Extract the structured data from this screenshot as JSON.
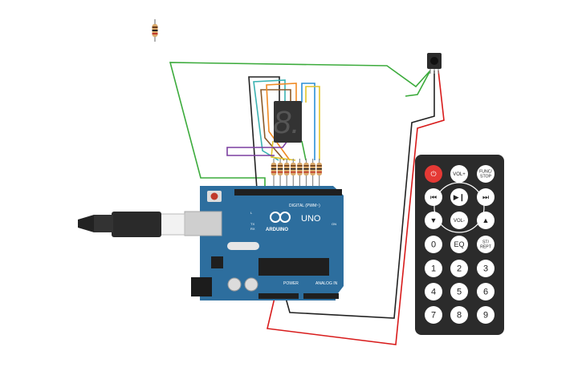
{
  "circuit": {
    "arduino": {
      "brand_label": "ARDUINO",
      "model_label": "UNO",
      "digital_header_label": "DIGITAL (PWM~)",
      "power_label": "POWER",
      "analog_label": "ANALOG IN",
      "on_label": "ON",
      "tx_label": "TX",
      "rx_label": "RX",
      "l_label": "L",
      "board_color": "#2d6e9e"
    },
    "seven_segment": {
      "digit": "8."
    },
    "remote": {
      "buttons": [
        {
          "label": "⏻",
          "name": "power-button"
        },
        {
          "label": "VOL+",
          "name": "vol-up-button"
        },
        {
          "label": "FUNC/\nSTOP",
          "name": "func-stop-button"
        },
        {
          "label": "⏮",
          "name": "prev-button"
        },
        {
          "label": "▶❙",
          "name": "play-pause-button"
        },
        {
          "label": "⏭",
          "name": "next-button"
        },
        {
          "label": "▼",
          "name": "down-button"
        },
        {
          "label": "VOL-",
          "name": "vol-down-button"
        },
        {
          "label": "▲",
          "name": "up-button"
        },
        {
          "label": "0",
          "name": "digit-0-button"
        },
        {
          "label": "EQ",
          "name": "eq-button"
        },
        {
          "label": "ST/\nREPT",
          "name": "st-rept-button"
        },
        {
          "label": "1",
          "name": "digit-1-button"
        },
        {
          "label": "2",
          "name": "digit-2-button"
        },
        {
          "label": "3",
          "name": "digit-3-button"
        },
        {
          "label": "4",
          "name": "digit-4-button"
        },
        {
          "label": "5",
          "name": "digit-5-button"
        },
        {
          "label": "6",
          "name": "digit-6-button"
        },
        {
          "label": "7",
          "name": "digit-7-button"
        },
        {
          "label": "8",
          "name": "digit-8-button"
        },
        {
          "label": "9",
          "name": "digit-9-button"
        }
      ],
      "power_color": "#e53935"
    },
    "wire_colors": {
      "green": "#3cab3c",
      "red": "#d81b1b",
      "black": "#222222",
      "purple": "#7b3fa0",
      "brown": "#8a5a2b",
      "orange": "#f08a24",
      "yellow": "#e3c42a",
      "blue": "#2a8fd6",
      "teal": "#3bb2b2"
    }
  }
}
